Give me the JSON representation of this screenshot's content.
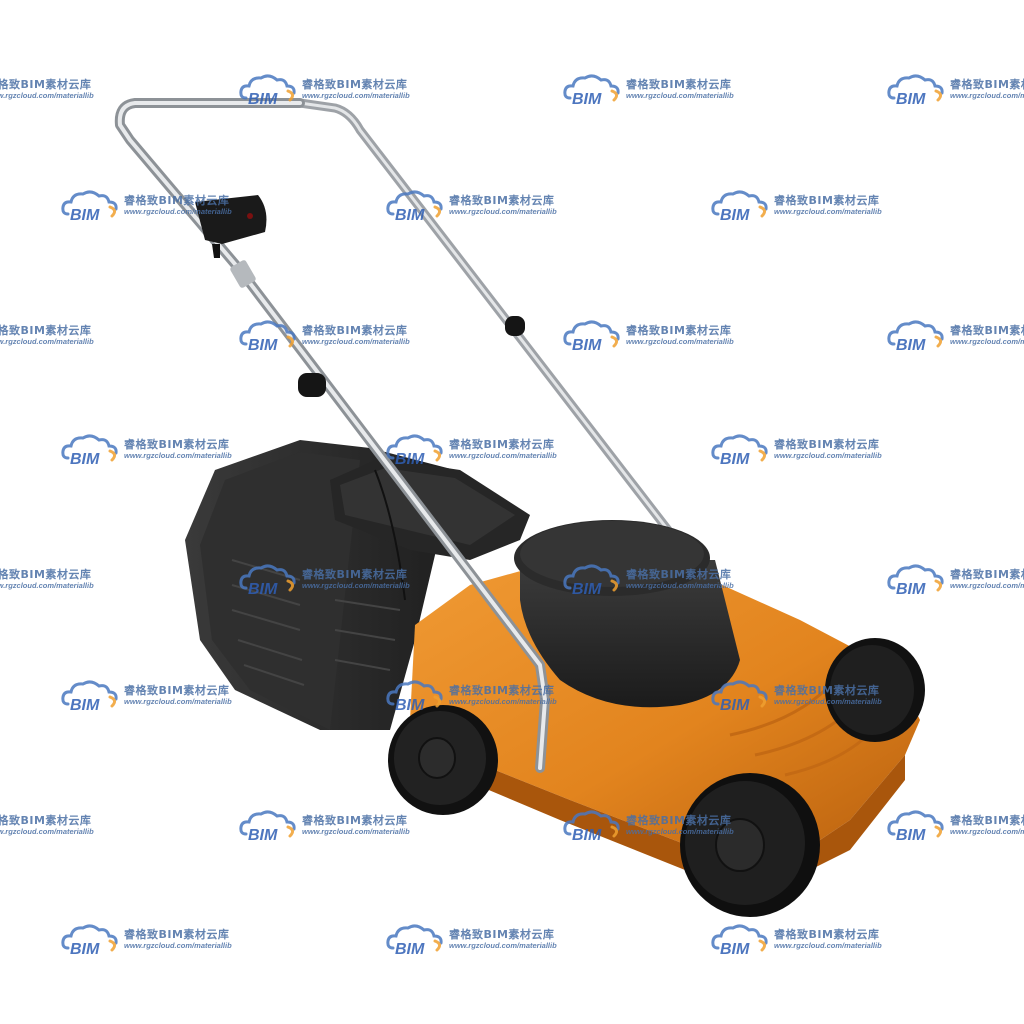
{
  "watermark": {
    "cn_text": "睿格致BIM素材云库",
    "url_text": "www.rgzcloud.com/materiallib",
    "logo_text": "BIM"
  },
  "colors": {
    "deck_orange": "#e2841e",
    "deck_shadow": "#b8600e",
    "body_black": "#2a2a2a",
    "body_dark": "#1d1d1d",
    "handle_silver": "#c9ccd0",
    "wheel": "#1a1a1a",
    "watermark_blue": "#4a6fa5",
    "watermark_orange": "#f0a030"
  },
  "icons": [
    "bim-cloud-logo-icon"
  ]
}
